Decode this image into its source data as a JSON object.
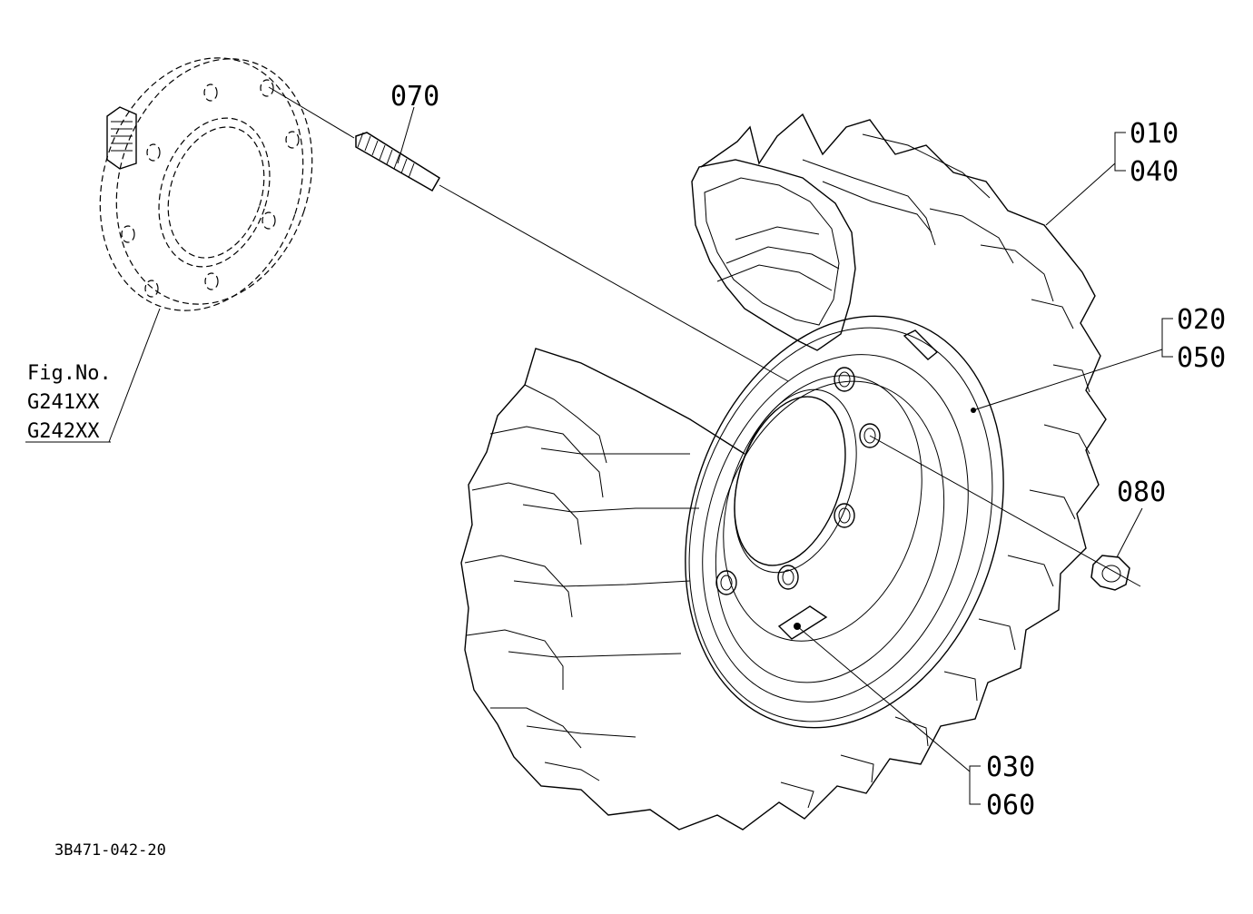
{
  "diagram": {
    "drawing_number": "3B471-042-20",
    "figure_reference": {
      "heading": "Fig.No.",
      "numbers": [
        "G241XX",
        "G242XX"
      ]
    },
    "callouts": [
      {
        "id": "stud",
        "numbers": [
          "070"
        ]
      },
      {
        "id": "tire",
        "numbers": [
          "010",
          "040"
        ]
      },
      {
        "id": "rim",
        "numbers": [
          "020",
          "050"
        ]
      },
      {
        "id": "nut",
        "numbers": [
          "080"
        ]
      },
      {
        "id": "label",
        "numbers": [
          "030",
          "060"
        ]
      }
    ]
  }
}
